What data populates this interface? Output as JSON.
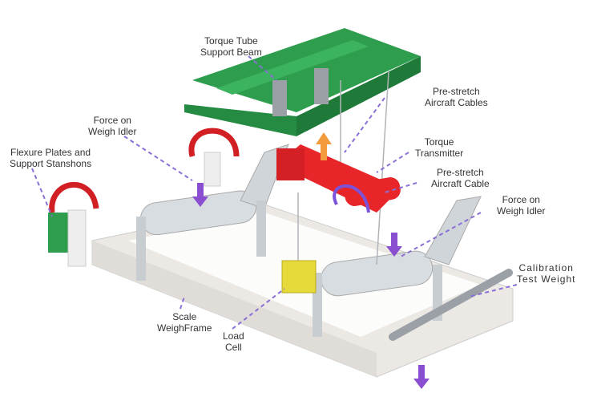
{
  "labels": {
    "torque_tube": [
      "Torque Tube",
      "Support Beam"
    ],
    "cables": [
      "Pre-stretch",
      "Aircraft Cables"
    ],
    "force_left": [
      "Force on",
      "Weigh Idler"
    ],
    "flexure": [
      "Flexure Plates and",
      "Support Stanshons"
    ],
    "torque_transmitter": [
      "Torque",
      "Transmitter"
    ],
    "cable": [
      "Pre-stretch",
      "Aircraft Cable"
    ],
    "force_right": [
      "Force on",
      "Weigh Idler"
    ],
    "calibration": [
      "Calibration",
      "Test Weight"
    ],
    "weighframe": [
      "Scale",
      "WeighFrame"
    ],
    "load_cell": [
      "Load",
      "Cell"
    ]
  },
  "colors": {
    "beam": "#2e9e4e",
    "transmitter": "#e8262a",
    "load_cell": "#e6d93a",
    "leader": "#8a6fd6",
    "force_arrow": "#8a4fd0",
    "lift_arrow": "#f39a3c",
    "frame": "#ece8e4"
  }
}
